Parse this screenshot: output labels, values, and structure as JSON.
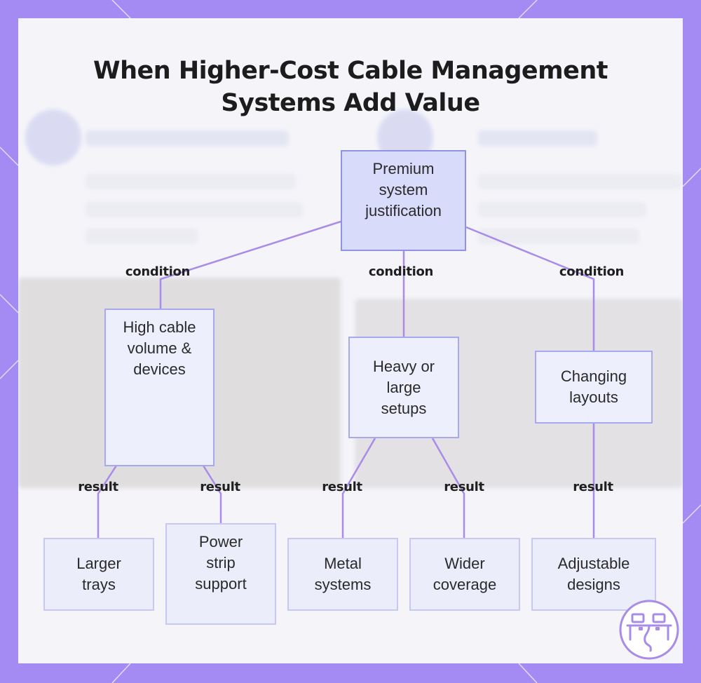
{
  "title": {
    "line1": "When Higher-Cost Cable Management",
    "line2": "Systems Add Value"
  },
  "nodes": {
    "root": "Premium system justification",
    "high_volume": "High cable volume & devices",
    "heavy_setups": "Heavy or large setups",
    "changing_layouts": "Changing layouts",
    "larger_trays": "Larger trays",
    "power_strip": "Power strip support",
    "metal_systems": "Metal systems",
    "wider_coverage": "Wider coverage",
    "adjustable_designs": "Adjustable designs"
  },
  "edge_labels": {
    "condition": "condition",
    "result": "result"
  },
  "colors": {
    "frame": "#a48bf3",
    "card": "#f4f4f9",
    "edge": "#a98be8",
    "node_fill": "#ecedfb",
    "root_fill": "#d9dbfb",
    "root_border": "#8f93e6"
  },
  "icons": {
    "logo": "desk-cable-logo-icon"
  }
}
